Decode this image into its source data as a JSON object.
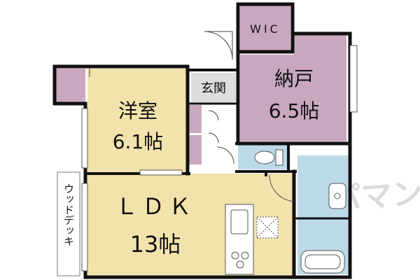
{
  "rooms": {
    "wic": {
      "label": "WIC"
    },
    "storage": {
      "label": "納戸",
      "size": "6.5帖"
    },
    "western": {
      "label": "洋室",
      "size": "6.1帖"
    },
    "ldk": {
      "label": "ＬＤＫ",
      "size": "13帖"
    },
    "entrance": {
      "label": "玄関"
    }
  },
  "deck": {
    "label": "ウッドデッキ"
  },
  "watermark": {
    "text": "アパマンショップ"
  },
  "colors": {
    "wall": "#111111",
    "wic_storage": "#c9a8bf",
    "western": "#f2e2ac",
    "ldk": "#f2e2ac",
    "water": "#bcd9e8",
    "closet": "#c9a8bf",
    "entrance": "#dddddd",
    "floor_corridor": "#ffffff"
  }
}
